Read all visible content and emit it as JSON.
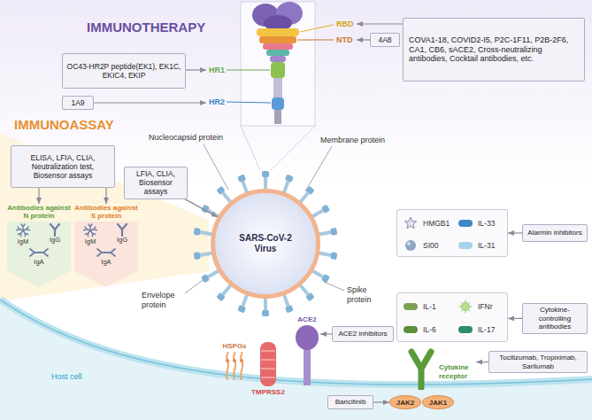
{
  "diagram": {
    "nodes": [
      {
        "text": [
          "OC43-HR2P peptide(EK1), EK1C, EKIC4, EKIP"
        ]
      },
      {
        "text": [
          "1A9"
        ]
      },
      {
        "text": [
          "4A8"
        ]
      },
      {
        "text": [
          "COVA1-18, COVID2-I5, P2C-1F11, P2B-2F6, CA1, CB6, sACE2, Cross-neutralizing antibodies, Cocktail antibodies, etc."
        ]
      },
      {
        "text": [
          "ELISA, LFIA, CLIA, Neutralization test, Biosensor assays"
        ]
      },
      {
        "text": [
          "LFIA, CLIA, Biosensor assays"
        ]
      },
      {
        "text": [
          "SARS-CoV-2 Virus"
        ]
      },
      {
        "text": [
          "Antibodies against N protein",
          "IgM",
          "IgG",
          "IgA"
        ]
      },
      {
        "text": [
          "Antibodies against S protein",
          "IgM",
          "IgG",
          "IgA"
        ]
      },
      {
        "text": [
          "HMGB1",
          "IL-33",
          "SI00",
          "IL-31"
        ]
      },
      {
        "text": [
          "Alarmin inhibitors"
        ]
      },
      {
        "text": [
          "IL-1",
          "IFNr",
          "IL-6",
          "IL-17"
        ]
      },
      {
        "text": [
          "Cytokine-controlling antibodies"
        ]
      },
      {
        "text": [
          "HSPGs"
        ]
      },
      {
        "text": [
          "TMPRSS2"
        ]
      },
      {
        "text": [
          "ACE2"
        ]
      },
      {
        "text": [
          "ACE2 inhibitors"
        ]
      },
      {
        "text": [
          "Cytokine receptor"
        ]
      },
      {
        "text": [
          "Tocilizumab, Tropiximab, Sarilumab"
        ]
      },
      {
        "text": [
          "Baricitinib"
        ]
      },
      {
        "text": [
          "JAK2"
        ]
      },
      {
        "text": [
          "JAK1"
        ]
      }
    ],
    "edges": [
      {
        "from": 5,
        "to": 6,
        "arrow": "to"
      },
      {
        "from": 4,
        "to": 7,
        "arrow": "to"
      },
      {
        "from": 4,
        "to": 8,
        "arrow": "to"
      },
      {
        "from": 10,
        "to": 9,
        "arrow": "to"
      },
      {
        "from": 12,
        "to": 11,
        "arrow": "to"
      },
      {
        "from": 16,
        "to": 15,
        "arrow": "to"
      },
      {
        "from": 18,
        "to": 17,
        "arrow": "to"
      },
      {
        "from": 19,
        "to": 20,
        "arrow": "to"
      }
    ],
    "labels": [
      "IMMUNOTHERAPY",
      "IMMUNOASSAY",
      "HR1",
      "HR2",
      "RBD",
      "NTD",
      "Nucleocapsid protein",
      "Membrane protein",
      "Envelope protein",
      "Spike protein",
      "Host cell"
    ]
  }
}
